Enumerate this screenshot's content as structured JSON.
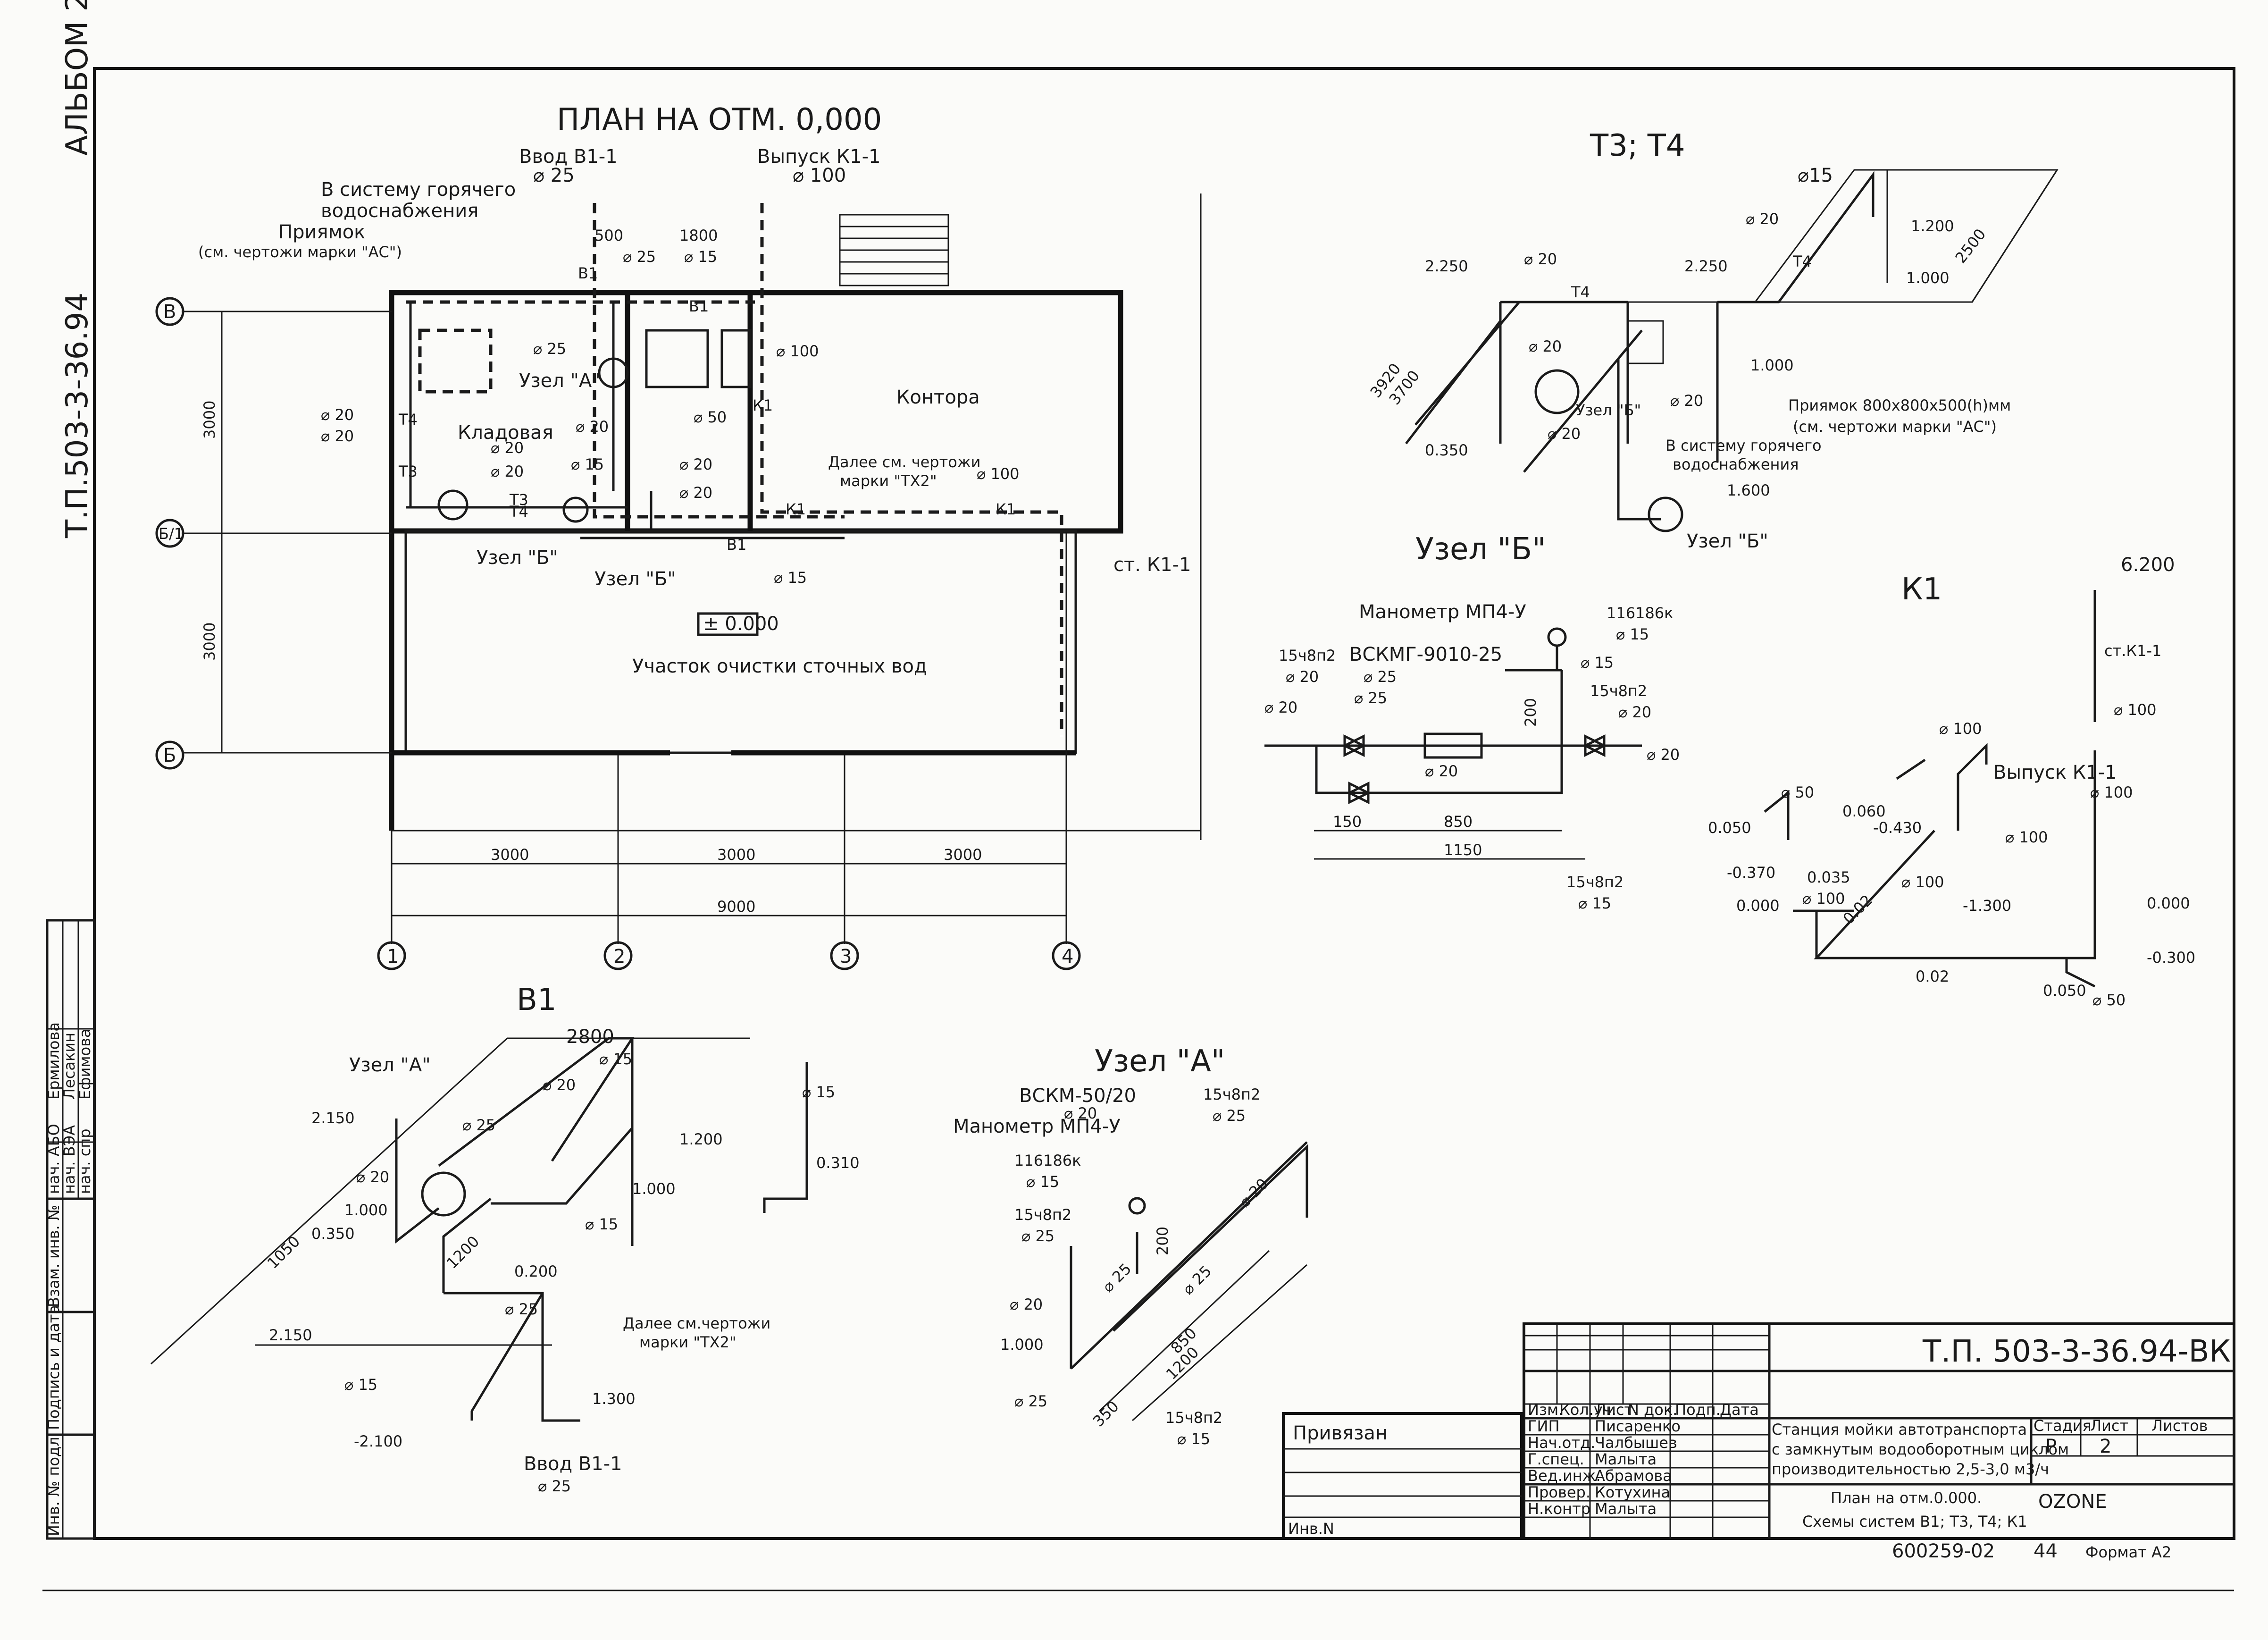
{
  "frame": {
    "album": "АЛЬБОМ 2",
    "doc_code_side": "Т.П.503-3-36.94"
  },
  "plan": {
    "title": "ПЛАН НА ОТМ. 0,000",
    "rooms": {
      "storage": "Кладовая",
      "office": "Контора",
      "treatment": "Участок очистки сточных вод"
    },
    "level_mark": "± 0.000",
    "labels": {
      "inlet": "Ввод В1-1",
      "inlet_d": "⌀ 25",
      "outlet": "Выпуск К1-1",
      "outlet_d": "⌀ 100",
      "hot1": "В систему горячего",
      "hot2": "водоснабжения",
      "pit1": "Приямок",
      "pit2": "(см. чертожи марки \"АС\")",
      "dim500": "500",
      "dim1800": "1800",
      "uzel_a": "Узел \"А\"",
      "uzel_b": "Узел \"Б\"",
      "uzel_b2": "Узел \"Б\"",
      "further1": "Далее см. чертожи",
      "further2": "марки \"ТХ2\"",
      "riser": "ст. К1-1",
      "d25a": "⌀ 25",
      "d15a": "⌀ 15",
      "d25b": "⌀ 25",
      "d100a": "⌀ 100",
      "d50": "⌀ 50",
      "d20a": "⌀ 20",
      "d20b": "⌀ 20",
      "d20c": "⌀ 20",
      "d20d": "⌀ 20",
      "d20e": "⌀ 20",
      "d20f": "⌀ 20",
      "d15b": "⌀ 15",
      "d20g": "⌀ 20",
      "d100b": "⌀ 100",
      "d15c": "⌀ 15",
      "t3": "Т3",
      "t4": "Т4",
      "t3b": "Т3",
      "t4b": "Т4",
      "b1a": "В1",
      "b1b": "В1",
      "b1c": "В1",
      "k1a": "К1",
      "k1b": "К1",
      "k1c": "К1"
    },
    "axes_rows": [
      "В",
      "Б/1",
      "Б"
    ],
    "axes_cols": [
      "1",
      "2",
      "3",
      "4"
    ],
    "dims_v": [
      "3000",
      "3000"
    ],
    "dims_h": [
      "3000",
      "3000",
      "3000"
    ],
    "dim_total": "9000"
  },
  "t3t4": {
    "title": "Т3; Т4",
    "labels": {
      "d15": "⌀15",
      "d20a": "⌀ 20",
      "d20b": "⌀ 20",
      "d20c": "⌀ 20",
      "d20d": "⌀ 20",
      "d20e": "⌀ 20",
      "e1200": "1.200",
      "e1000": "1.000",
      "e1000b": "1.000",
      "e2250a": "2.250",
      "e2250b": "2.250",
      "e0350": "0.350",
      "e1600": "1.600",
      "l2500": "2500",
      "l3920": "3920",
      "l3700": "3700",
      "t4a": "Т4",
      "t4b": "Т4",
      "uzel_b": "Узел \"Б\"",
      "uzel_b2": "Узел \"Б\"",
      "pit": "Приямок 800х800х500(h)мм",
      "pit2": "(см. чертожи марки \"АС\")",
      "hot1": "В систему горячего",
      "hot2": "водоснабжения"
    }
  },
  "uzel_b": {
    "title": "Узел \"Б\"",
    "labels": {
      "manometer": "Манометр МП4-У",
      "v116": "116186к",
      "v116d": "⌀ 15",
      "vsk": "ВСКМГ-9010-25",
      "vskd": "⌀ 25",
      "v15a": "15ч8п2",
      "v15ad": "⌀ 20",
      "v15b": "15ч8п2",
      "v15bd": "⌀ 20",
      "v15c": "15ч8п2",
      "v15cd": "⌀ 15",
      "d20a": "⌀ 20",
      "d20b": "⌀ 20",
      "d20c": "⌀ 20",
      "d25": "⌀ 25",
      "d15": "⌀ 15",
      "dim200": "200",
      "dim150": "150",
      "dim850": "850",
      "dim1150": "1150"
    }
  },
  "k1": {
    "title": "К1",
    "labels": {
      "e6200": "6.200",
      "riser": "ст.К1-1",
      "d100a": "⌀ 100",
      "d100b": "⌀ 100",
      "d100c": "⌀ 100",
      "d100d": "⌀ 100",
      "d100e": "⌀ 100",
      "d100f": "⌀ 100",
      "outlet": "Выпуск К1-1",
      "d50a": "⌀ 50",
      "d50b": "⌀ 50",
      "e0060": "0.060",
      "e0050": "0.050",
      "e0370": "-0.370",
      "e0430": "-0.430",
      "e0035": "0.035",
      "e0000": "0.000",
      "e1300": "-1.300",
      "e0000b": "0.000",
      "e0300": "-0.300",
      "e0050b": "0.050",
      "s002a": "0.02",
      "s002b": "0.02"
    }
  },
  "b1": {
    "title": "В1",
    "labels": {
      "l2800": "2800",
      "uzel_a": "Узел \"А\"",
      "d15a": "⌀ 15",
      "d20a": "⌀ 20",
      "d15b": "⌀ 15",
      "e2150a": "2.150",
      "d25a": "⌀ 25",
      "d20b": "⌀ 20",
      "e1200": "1.200",
      "e1000a": "1.000",
      "e0310": "0.310",
      "e1000b": "1.000",
      "e0350": "0.350",
      "d15c": "⌀ 15",
      "l1050": "1050",
      "l1200": "1200",
      "e0200": "0.200",
      "d25b": "⌀ 25",
      "e2150b": "2.150",
      "further1": "Далее см.чертожи",
      "further2": "марки \"ТХ2\"",
      "d15d": "⌀ 15",
      "e1300": "1.300",
      "e2100": "-2.100",
      "inlet": "Ввод В1-1",
      "inlet_d": "⌀ 25"
    }
  },
  "uzel_a": {
    "title": "Узел \"А\"",
    "labels": {
      "vsk": "ВСКМ-50/20",
      "vskd": "⌀ 20",
      "manometer": "Манометр МП4-У",
      "v116": "116186к",
      "v116d": "⌀ 15",
      "v15a": "15ч8п2",
      "v15ad": "⌀ 25",
      "v15b": "15ч8п2",
      "v15bd": "⌀ 25",
      "v15c": "15ч8п2",
      "v15cd": "⌀ 15",
      "d20a": "⌀ 20",
      "d20b": "⌀ 20",
      "d25a": "⌀ 25",
      "d25b": "⌀ 25",
      "d25c": "⌀ 25",
      "e1000": "1.000",
      "dim200": "200",
      "dim850": "850",
      "dim1200": "1200",
      "dim350": "350"
    }
  },
  "stamp_left": {
    "rows": [
      "Ермилова",
      "Лесакин",
      "Ефимова"
    ],
    "roles": [
      "нач. АБО",
      "нач. ВЭА",
      "нач. спр"
    ],
    "fields": [
      "Взам. инв. №",
      "Подпись и дата",
      "Инв. № подл."
    ]
  },
  "title_block": {
    "code": "Т.П. 503-3-36.94-ВК",
    "bound": "Привязан",
    "inv": "Инв.N",
    "head": [
      "Изм.",
      "Кол.уч.",
      "Лист",
      "N док.",
      "Подп.",
      "Дата"
    ],
    "roles": [
      "ГИП",
      "Нач.отд.",
      "Г.спец.",
      "Вед.инж.",
      "Провер.",
      "Н.контр"
    ],
    "names": [
      "Писаренко",
      "Чалбышев",
      "Малыта",
      "Абрамова",
      "Котухина",
      "Малыта"
    ],
    "desc1": "Станция мойки автотранспорта",
    "desc2": "с замкнутым водооборотным циклом",
    "desc3": "производительностью 2,5-3,0 м3/ч",
    "sheet_title1": "План на отм.0.000.",
    "sheet_title2": "Схемы систем В1; Т3, Т4; К1",
    "col_stage": "Стадия",
    "col_sheet": "Лист",
    "col_sheets": "Листов",
    "stage": "Р",
    "sheet": "2",
    "org": "OZONE",
    "archive": "600259-02",
    "archive2": "44",
    "format": "Формат А2"
  }
}
